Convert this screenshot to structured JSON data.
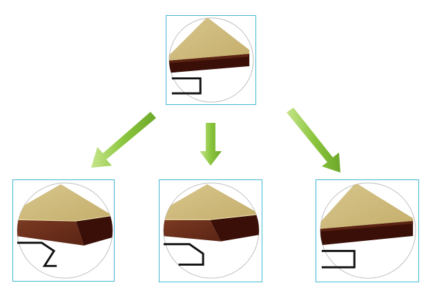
{
  "colors": {
    "frame_border": "#3fb6d3",
    "board_top": "#cdb97a",
    "board_edge_dark": "#3a0f08",
    "board_core_brown": "#6b2d1a",
    "profile_line": "#111111",
    "circle_outline": "#bdbdbd",
    "arrow_green": "#8cc63f",
    "arrow_green_light": "#c6e58b"
  },
  "panels": [
    {
      "role": "source",
      "edge_profile": "square-edge"
    },
    {
      "role": "variant-left",
      "edge_profile": "beveled-edge"
    },
    {
      "role": "variant-center",
      "edge_profile": "beveled-edge"
    },
    {
      "role": "variant-right",
      "edge_profile": "square-edge"
    }
  ],
  "arrows": [
    {
      "from": "source",
      "to": "variant-left",
      "icon": "arrow-down-left-icon"
    },
    {
      "from": "source",
      "to": "variant-center",
      "icon": "arrow-down-icon"
    },
    {
      "from": "source",
      "to": "variant-right",
      "icon": "arrow-down-right-icon"
    }
  ]
}
